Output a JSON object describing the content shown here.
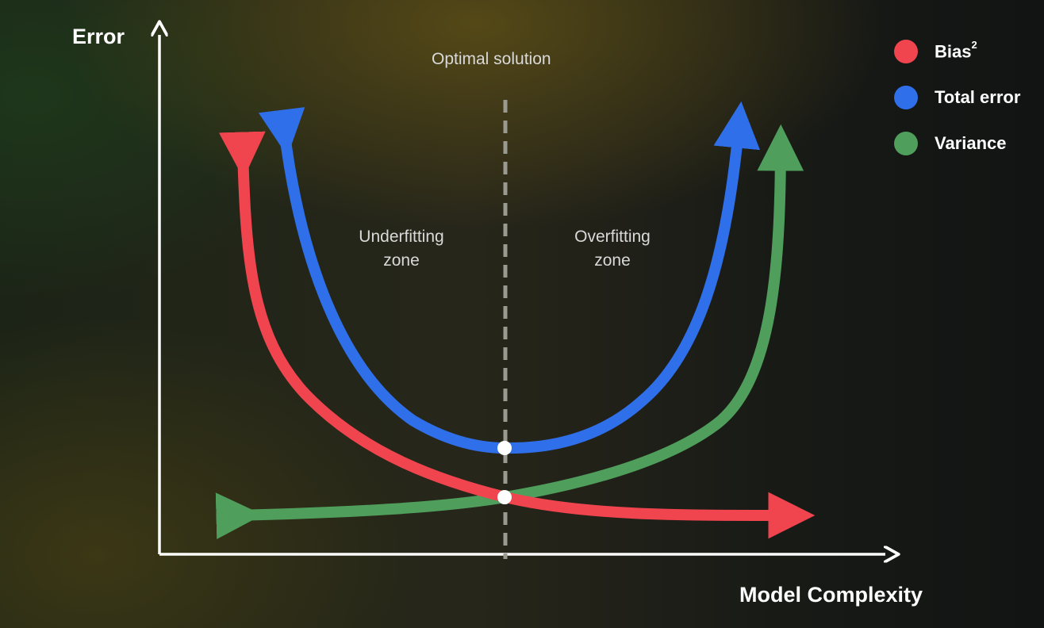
{
  "axes": {
    "y_label": "Error",
    "x_label": "Model Complexity"
  },
  "title": "Optimal solution",
  "zones": {
    "underfitting": "Underfitting\nzone",
    "overfitting": "Overfitting\nzone"
  },
  "legend": [
    {
      "label": "Bias",
      "superscript": "2",
      "color": "#f0444f",
      "icon": "red-dot-icon"
    },
    {
      "label": "Total error",
      "superscript": "",
      "color": "#2f6fe9",
      "icon": "blue-dot-icon"
    },
    {
      "label": "Variance",
      "superscript": "",
      "color": "#4f9e5c",
      "icon": "green-dot-icon"
    }
  ],
  "colors": {
    "bias": "#f0444f",
    "total_error": "#2f6fe9",
    "variance": "#4f9e5c",
    "axis": "#ffffff",
    "optimal_line": "#9a9a90",
    "marker": "#ffffff"
  }
}
